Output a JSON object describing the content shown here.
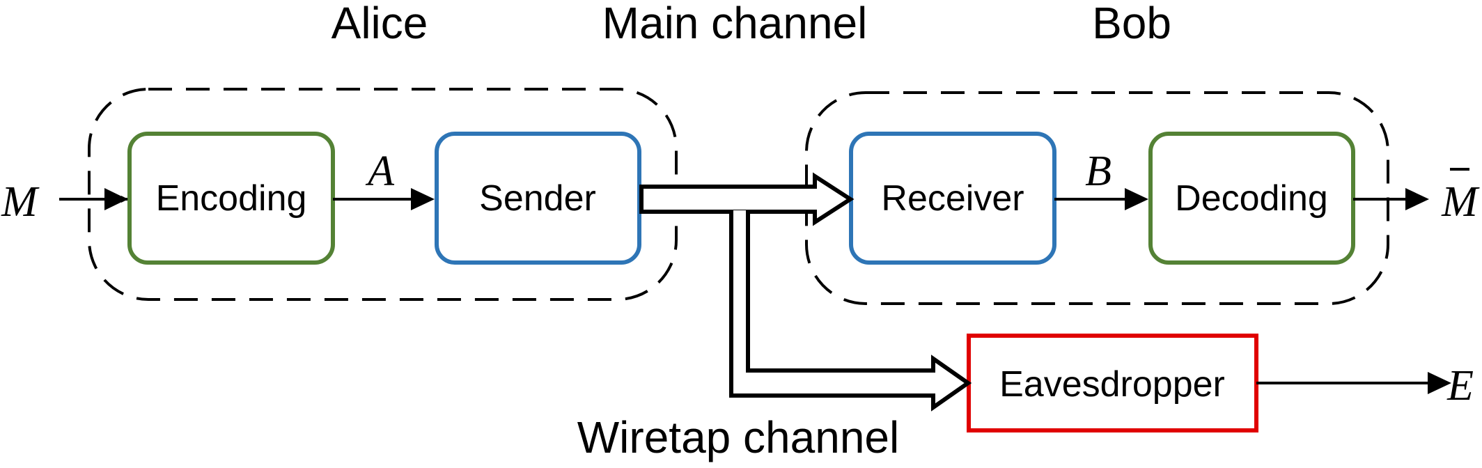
{
  "groups": {
    "alice": "Alice",
    "main_channel": "Main channel",
    "bob": "Bob",
    "wiretap_channel": "Wiretap channel"
  },
  "blocks": {
    "encoding": "Encoding",
    "sender": "Sender",
    "receiver": "Receiver",
    "decoding": "Decoding",
    "eavesdropper": "Eavesdropper"
  },
  "signals": {
    "input": "M",
    "a": "A",
    "b": "B",
    "output": "M",
    "eve": "E"
  },
  "colors": {
    "coding_block": "#548235",
    "transceiver_block": "#2e75b6",
    "eavesdropper_block": "#e00000",
    "line": "#000000"
  }
}
